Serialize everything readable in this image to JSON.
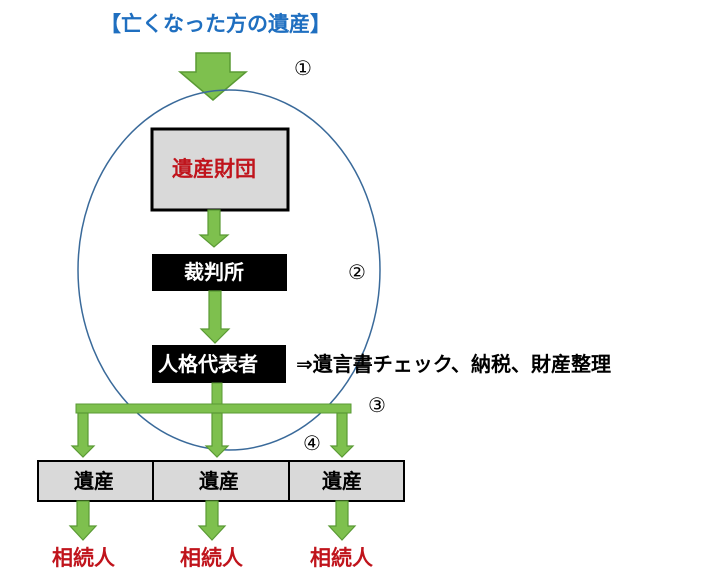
{
  "title": "【亡くなった方の遺産】",
  "markers": [
    "①",
    "②",
    "③",
    "④"
  ],
  "estate_foundation": "遺産財団",
  "court": "裁判所",
  "representative": "人格代表者",
  "representative_note": "⇒遺言書チェック、納税、財産整理",
  "estate_cells": [
    "遺産",
    "遺産",
    "遺産"
  ],
  "heirs": [
    "相続人",
    "相続人",
    "相続人"
  ],
  "colors": {
    "title": "#1f6fc0",
    "red_text": "#c0141c",
    "arrow_fill": "#7ec04e",
    "arrow_stroke": "#5a9a34",
    "ellipse": "#3a6a9a",
    "box_grey": "#d9d9d9",
    "box_black": "#000000"
  }
}
